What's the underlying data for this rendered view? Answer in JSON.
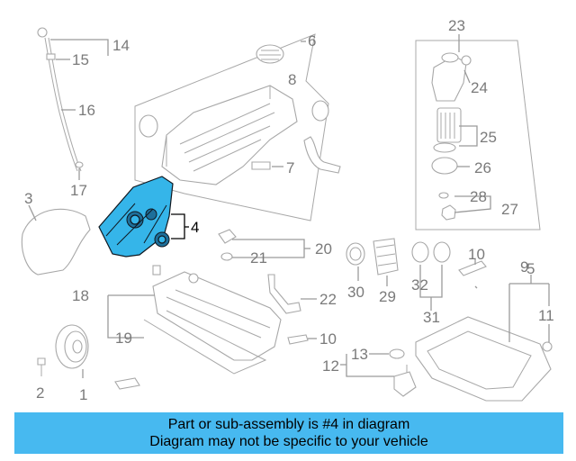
{
  "callouts": {
    "c1": "1",
    "c2": "2",
    "c3": "3",
    "c4": "4",
    "c5": "5",
    "c6": "6",
    "c7": "7",
    "c8": "8",
    "c9": "9",
    "c10a": "10",
    "c10b": "10",
    "c11": "11",
    "c12": "12",
    "c13": "13",
    "c14": "14",
    "c15": "15",
    "c16": "16",
    "c17": "17",
    "c18": "18",
    "c19": "19",
    "c20": "20",
    "c21": "21",
    "c22": "22",
    "c23": "23",
    "c24": "24",
    "c25": "25",
    "c26": "26",
    "c27": "27",
    "c28": "28",
    "c29": "29",
    "c30": "30",
    "c31": "31",
    "c32": "32"
  },
  "highlight": {
    "part_number": "4",
    "color": "#35b5e9"
  },
  "banner": {
    "line1": "Part or sub-assembly is #4 in diagram",
    "line2": "Diagram may not be specific to your vehicle",
    "background": "#47b9f0"
  }
}
